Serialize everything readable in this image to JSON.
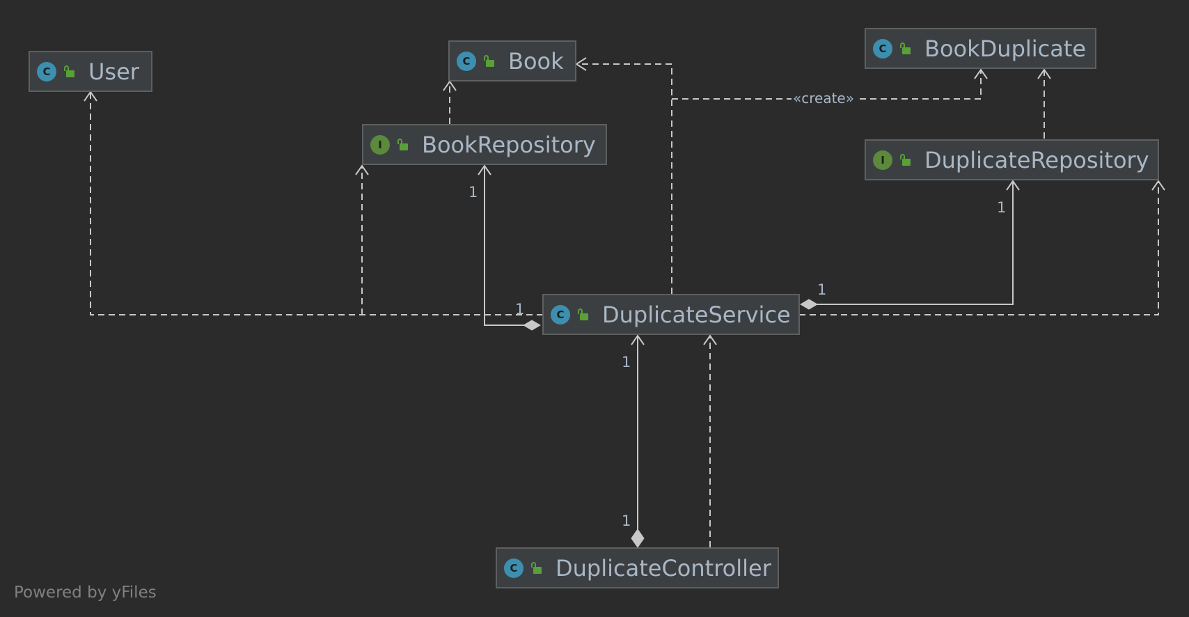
{
  "nodes": {
    "user": {
      "name": "User",
      "kind": "C"
    },
    "book": {
      "name": "Book",
      "kind": "C"
    },
    "book_duplicate": {
      "name": "BookDuplicate",
      "kind": "C"
    },
    "book_repository": {
      "name": "BookRepository",
      "kind": "I"
    },
    "duplicate_repository": {
      "name": "DuplicateRepository",
      "kind": "I"
    },
    "duplicate_service": {
      "name": "DuplicateService",
      "kind": "C"
    },
    "duplicate_controller": {
      "name": "DuplicateController",
      "kind": "C"
    }
  },
  "edges": {
    "create_label": "«create»",
    "multiplicities": {
      "book_repository_end": "1",
      "service_book_repo_end": "1",
      "duplicate_repository_end": "1",
      "service_dup_repo_end": "1",
      "service_controller_end": "1",
      "controller_end": "1"
    }
  },
  "footer": "Powered by yFiles",
  "colors": {
    "background": "#2b2b2b",
    "node_fill": "#3c3f41",
    "node_border": "#5e6060",
    "text": "#a9b7c6",
    "edge": "#c8c8c8",
    "class_badge": "#3d8fb0",
    "interface_badge": "#5a8a3a",
    "lock": "#5aa03a"
  }
}
